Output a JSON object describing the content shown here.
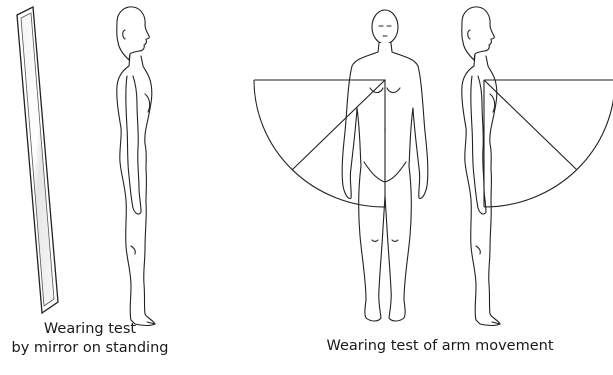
{
  "captions": {
    "mirror_line1": "Wearing test",
    "mirror_line2": "by mirror on standing",
    "arm_movement": "Wearing test of arm movement"
  }
}
